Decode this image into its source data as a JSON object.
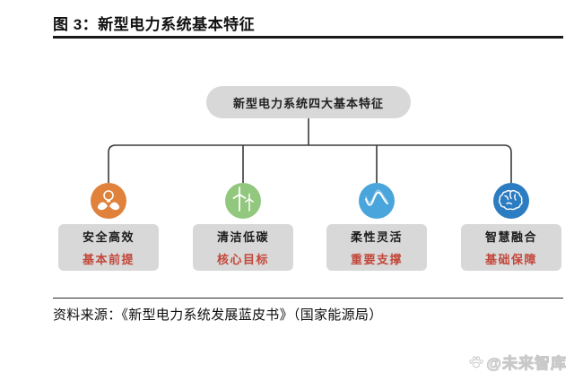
{
  "figure": {
    "title": "图 3：新型电力系统基本特征",
    "source": "资料来源：《新型电力系统发展蓝皮书》（国家能源局）"
  },
  "diagram": {
    "root": {
      "label": "新型电力系统四大基本特征"
    },
    "branches": [
      {
        "icon": "hands-holding-bulb-icon",
        "icon_color": "#E0813C",
        "label": "安全高效",
        "sublabel": "基本前提"
      },
      {
        "icon": "wind-turbine-icon",
        "icon_color": "#92C77E",
        "label": "清洁低碳",
        "sublabel": "核心目标"
      },
      {
        "icon": "sine-wave-icon",
        "icon_color": "#49A5DB",
        "label": "柔性灵活",
        "sublabel": "重要支撑"
      },
      {
        "icon": "brain-icon",
        "icon_color": "#2C7CC1",
        "label": "智慧融合",
        "sublabel": "基础保障"
      }
    ]
  },
  "colors": {
    "box_background": "#D8D8D8",
    "sublabel_red": "#C2473A",
    "connector": "#3A3A3A"
  },
  "watermark": {
    "icon": "paw-icon",
    "text": "@未来智库"
  }
}
